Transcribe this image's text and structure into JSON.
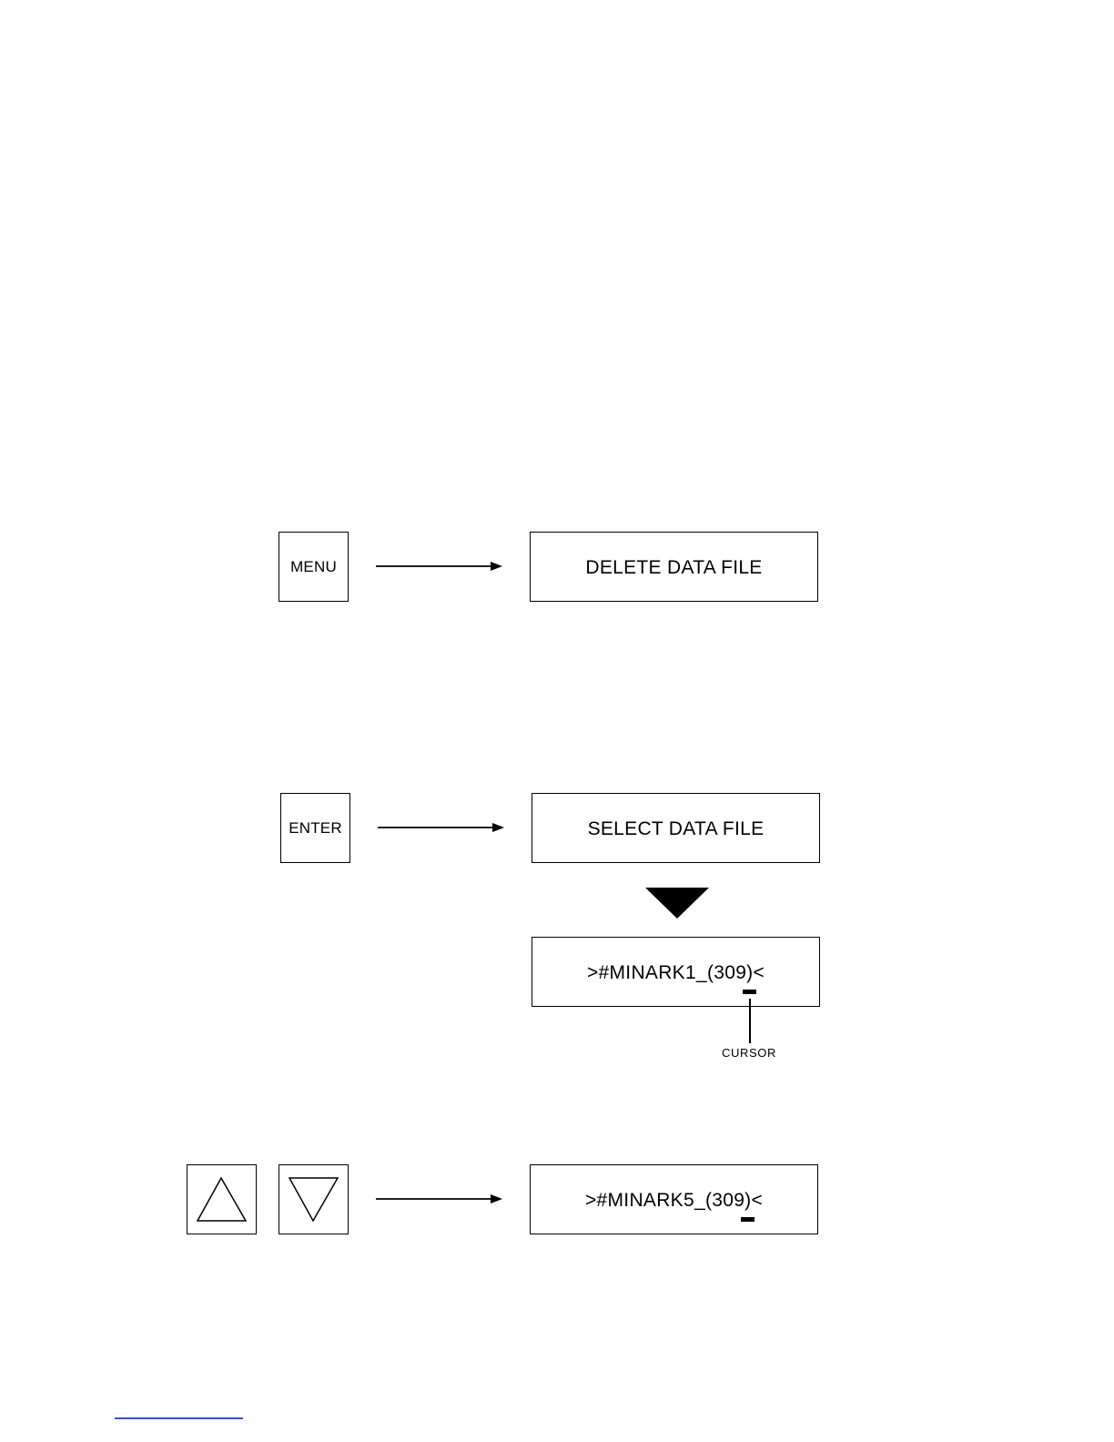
{
  "steps": [
    {
      "key_label": "MENU",
      "display_text": "DELETE DATA FILE"
    },
    {
      "key_label": "ENTER",
      "display_text": "SELECT DATA FILE",
      "next_display_text": ">#MINARK1_(309)<",
      "cursor_label": "CURSOR"
    },
    {
      "keys": [
        "up-triangle",
        "down-triangle"
      ],
      "display_text": ">#MINARK5_(309)<"
    }
  ],
  "colors": {
    "ink": "#000000",
    "footnote_rule": "#3355cc"
  }
}
